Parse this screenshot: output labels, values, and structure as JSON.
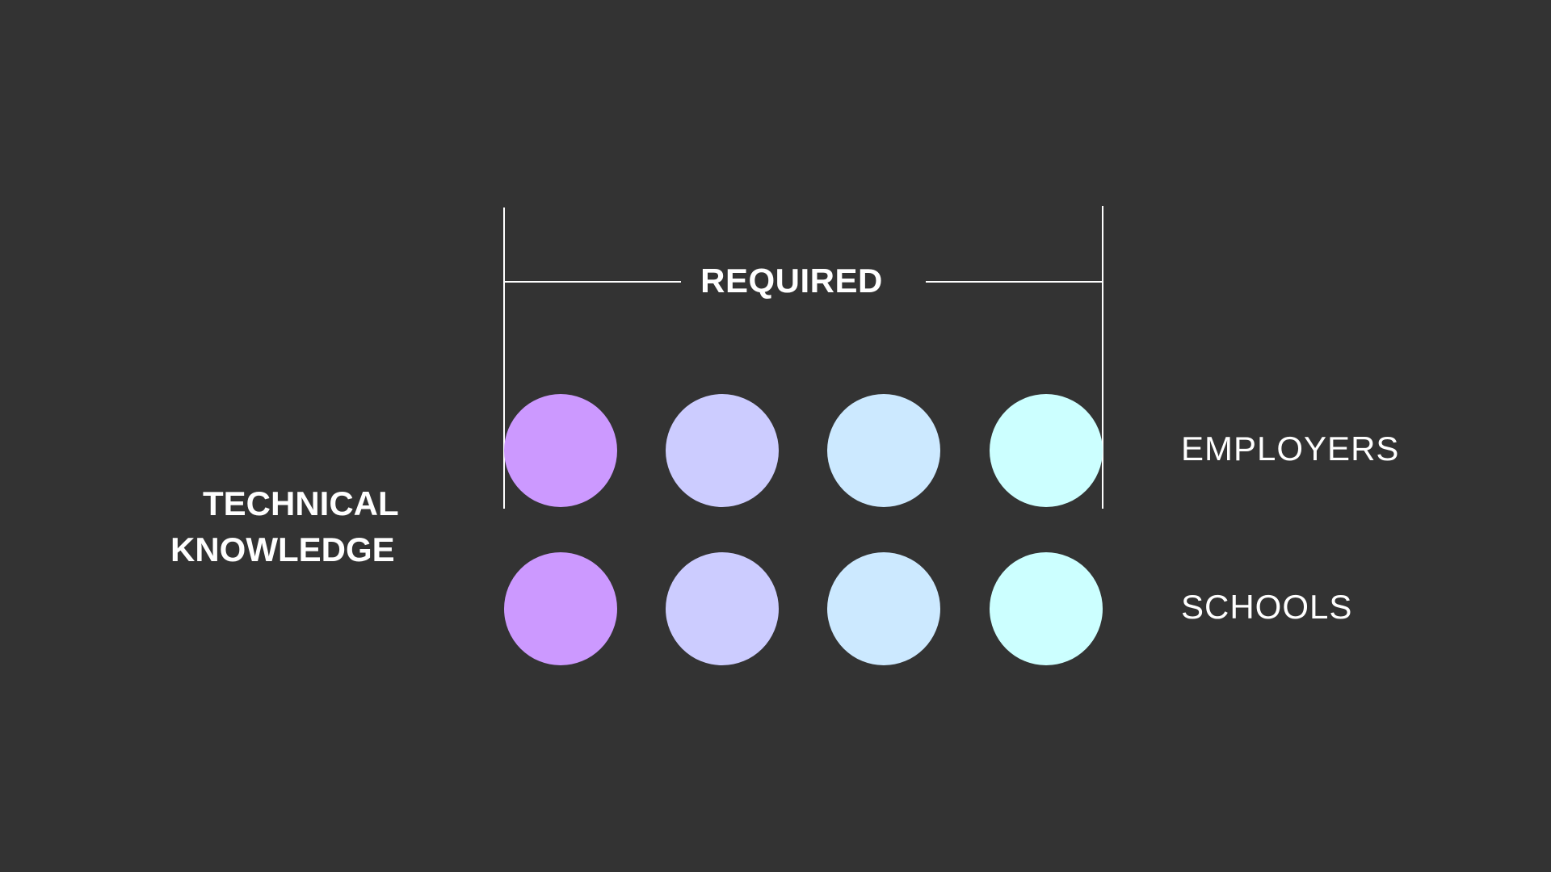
{
  "bracket": {
    "label": "REQUIRED"
  },
  "axis_label": {
    "line1": "TECHNICAL",
    "line2": "KNOWLEDGE"
  },
  "rows": [
    {
      "label": "EMPLOYERS",
      "dots": [
        "#cc99ff",
        "#ccccff",
        "#cce9ff",
        "#ccffff"
      ]
    },
    {
      "label": "SCHOOLS",
      "dots": [
        "#cc99ff",
        "#ccccff",
        "#cce9ff",
        "#ccffff"
      ]
    }
  ],
  "colors": {
    "background": "#333333",
    "foreground": "#ffffff"
  }
}
